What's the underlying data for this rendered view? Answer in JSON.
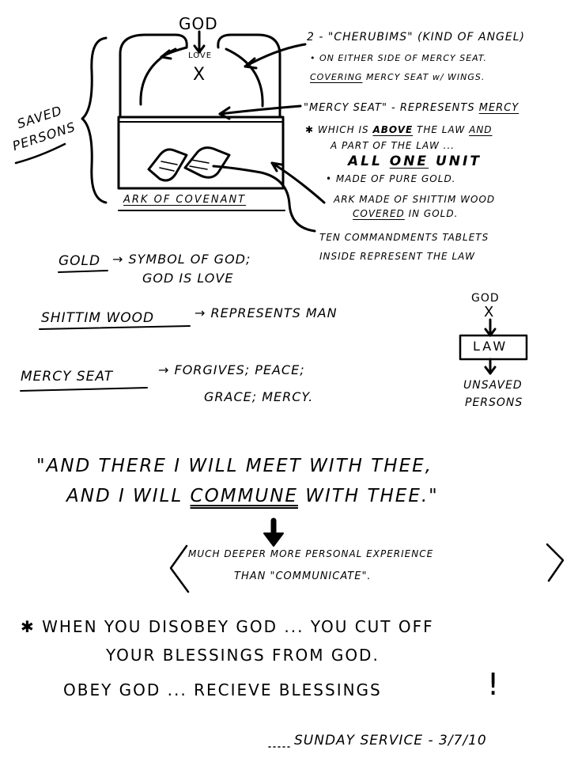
{
  "ark": {
    "god": "GOD",
    "love": "LOVE",
    "x_mark": "X",
    "caption": "ARK OF COVENANT"
  },
  "saved_persons": [
    "SAVED",
    "PERSONS"
  ],
  "notes": {
    "cherubims": "2 - \"CHERUBIMS\" (KIND OF ANGEL)",
    "cherubims_sides": "• ON EITHER SIDE OF MERCY SEAT.",
    "cherubims_cover_word": "COVERING",
    "cherubims_cover_rest": " MERCY SEAT w/ WINGS.",
    "mercy_seat_head": "\"MERCY SEAT\" - REPRESENTS ",
    "mercy_seat_mercy": "MERCY",
    "above_1": "✱ WHICH IS ",
    "above_word": "ABOVE",
    "above_2": " THE LAW ",
    "above_and": "AND",
    "part_of_law": "A PART OF THE LAW ...",
    "all_one": "ALL ",
    "one_word": "ONE",
    "unit": " UNIT",
    "pure_gold": "• MADE OF PURE GOLD.",
    "ark_made": "ARK MADE OF SHITTIM WOOD",
    "covered_word": "COVERED",
    "covered_rest": " IN GOLD.",
    "ten_commandments": "TEN COMMANDMENTS TABLETS",
    "inside_law": "INSIDE REPRESENT THE LAW"
  },
  "symbols": {
    "gold_term": "GOLD",
    "gold_1": "→ SYMBOL OF GOD;",
    "gold_2": "GOD IS LOVE",
    "wood_term": "SHITTIM WOOD",
    "wood_1": "→ REPRESENTS MAN",
    "mercy_term": "MERCY SEAT",
    "mercy_1": "→ FORGIVES; PEACE;",
    "mercy_2": "GRACE; MERCY."
  },
  "law_diagram": {
    "god": "GOD",
    "x_mark": "X",
    "law": "LAW",
    "unsaved_1": "UNSAVED",
    "unsaved_2": "PERSONS"
  },
  "quote": {
    "line1": "\"AND THERE I WILL MEET WITH THEE,",
    "line2a": "AND I WILL ",
    "commune": "COMMUNE",
    "line2b": " WITH THEE.\"",
    "bracket_1": "MUCH DEEPER MORE PERSONAL EXPERIENCE",
    "bracket_2": "THAN \"COMMUNICATE\"."
  },
  "closing": {
    "disobey_1": "✱ WHEN YOU DISOBEY GOD ... YOU CUT OFF",
    "disobey_2": "YOUR BLESSINGS FROM GOD.",
    "obey": "OBEY GOD ... RECIEVE BLESSINGS",
    "exclaim": "!",
    "signature": "SUNDAY SERVICE - 3/7/10"
  }
}
